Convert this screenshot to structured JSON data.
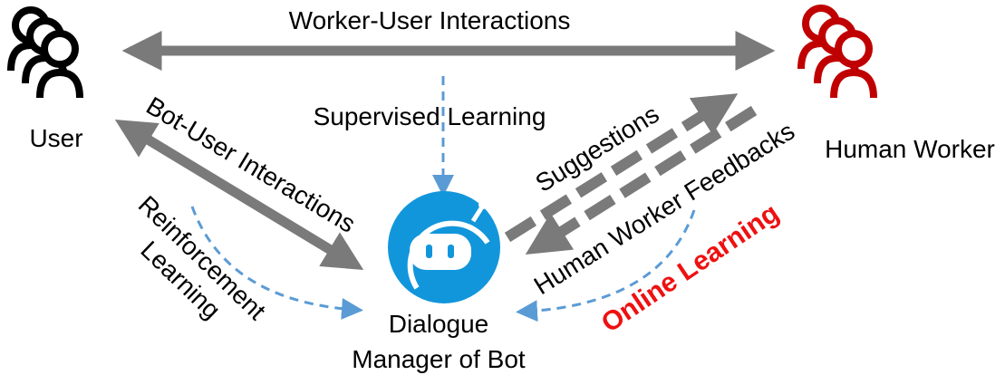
{
  "labels": {
    "worker_user": "Worker-User Interactions",
    "user": "User",
    "human_worker": "Human Worker",
    "supervised": "Supervised Learning",
    "bot_user": "Bot-User Interactions",
    "suggestions": "Suggestions",
    "feedbacks": "Human Worker Feedbacks",
    "reinforcement_line1": "Reinforcement",
    "reinforcement_line2": "Learning",
    "online": "Online Learning",
    "dm_line1": "Dialogue",
    "dm_line2": "Manager of Bot"
  },
  "colors": {
    "arrow_gray": "#7a7a7a",
    "dashed_blue": "#5b9bd5",
    "user_icon": "#000000",
    "worker_icon": "#c00000",
    "bot_blue": "#1296db",
    "online_red": "#ee1111"
  },
  "icons": {
    "user": "people-group-icon",
    "worker": "people-group-icon",
    "bot": "robot-head-icon"
  }
}
